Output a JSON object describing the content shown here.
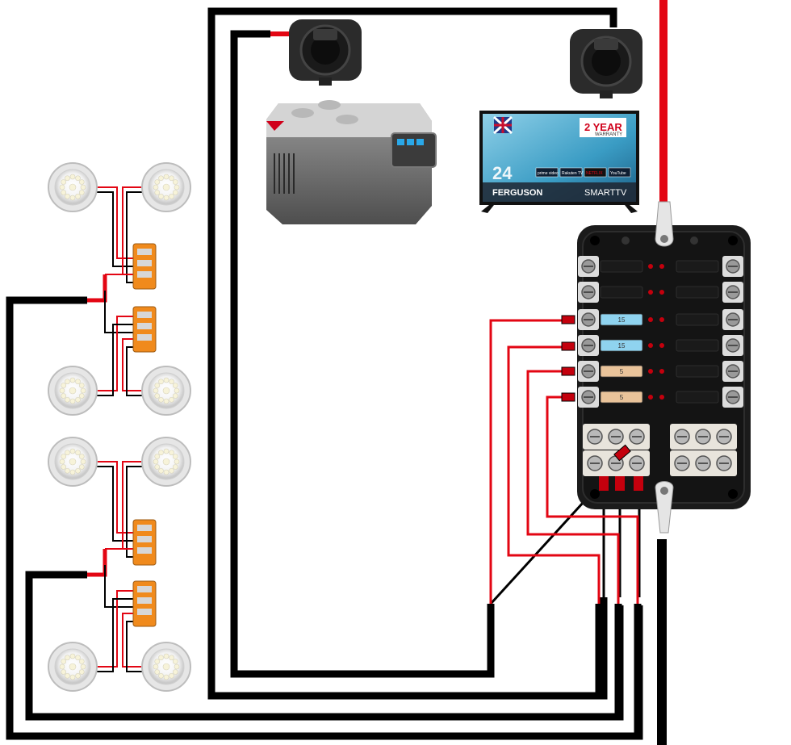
{
  "tv": {
    "warranty_big": "2 YEAR",
    "warranty_small": "WARRANTY",
    "size_label": "24",
    "brand": "FERGUSON",
    "smart": "SMARTTV",
    "apps": [
      "prime video",
      "Rakuten TV",
      "NETFLIX",
      "YouTube"
    ]
  },
  "fuse_box": {
    "fuses": [
      {
        "label": "",
        "fill": "#1a1a1a"
      },
      {
        "label": "",
        "fill": "#1a1a1a"
      },
      {
        "label": "15",
        "fill": "#8fd3ef"
      },
      {
        "label": "15",
        "fill": "#8fd3ef"
      },
      {
        "label": "5",
        "fill": "#e9c39a"
      },
      {
        "label": "5",
        "fill": "#e9c39a"
      }
    ]
  },
  "colors": {
    "positive_wire": "#e30613",
    "negative_wire": "#000000",
    "led_ring": "#e6e6e6",
    "wago_body": "#f08a1c"
  },
  "components": [
    "12v-socket",
    "12v-socket",
    "compressor-fridge",
    "smart-tv",
    "fuse-box",
    "led-downlight"
  ]
}
